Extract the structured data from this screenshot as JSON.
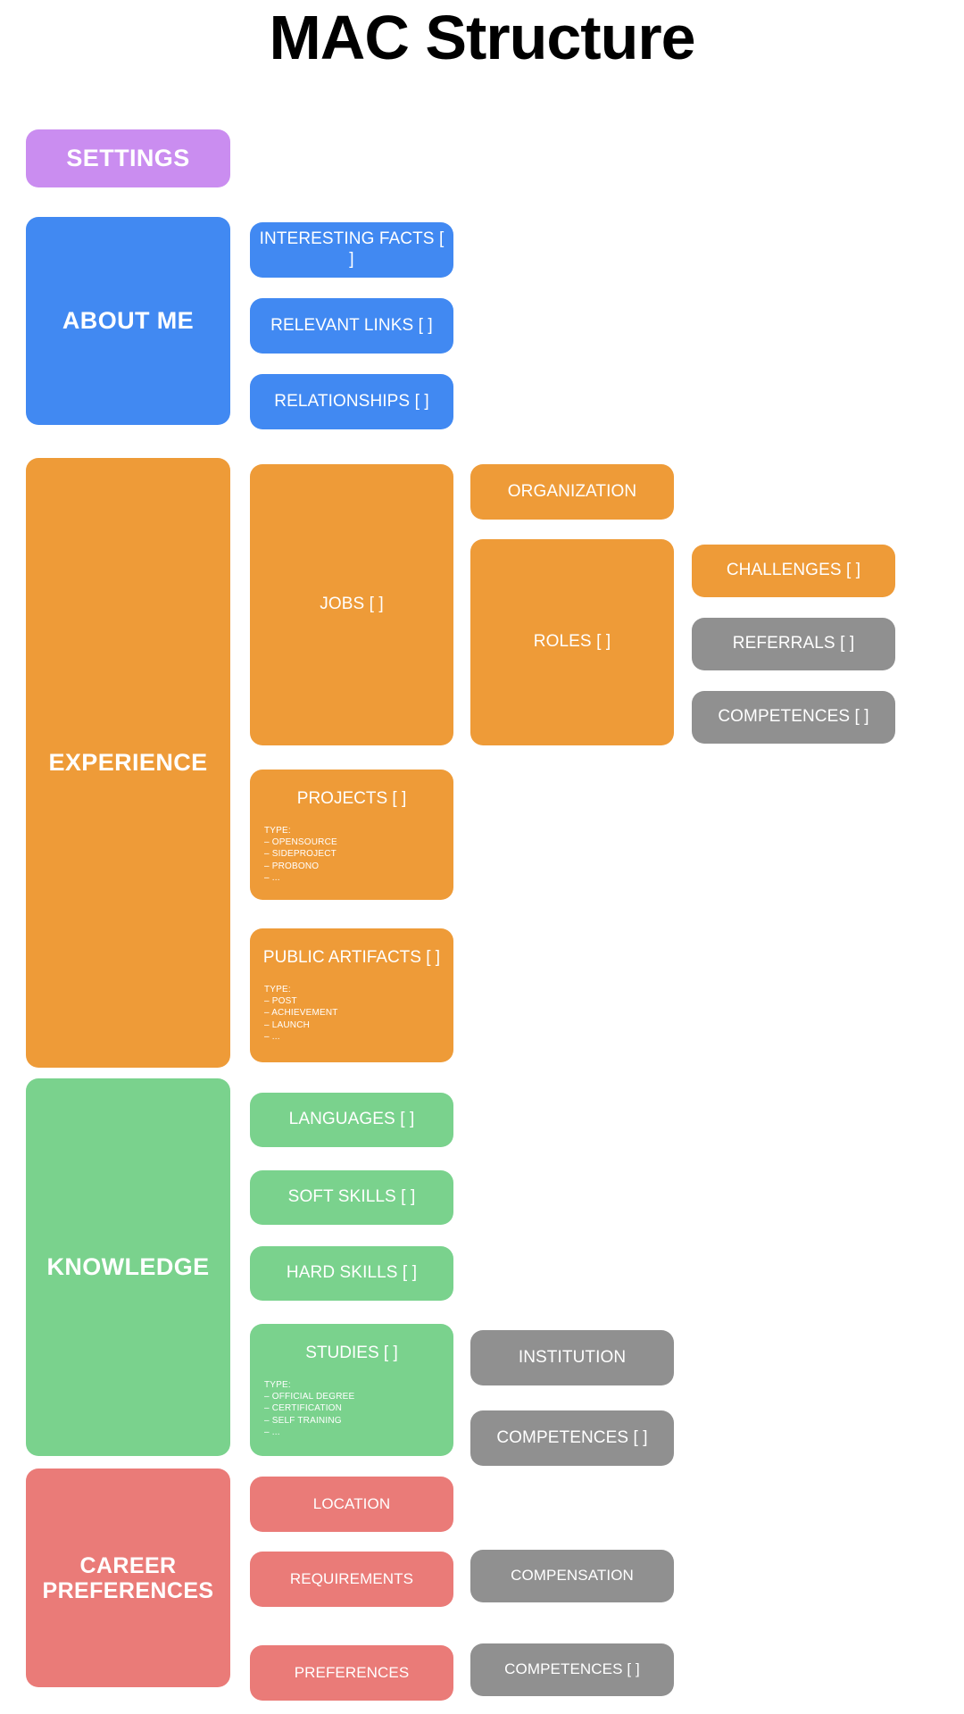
{
  "page": {
    "title": "MAC Structure"
  },
  "colors": {
    "settings": "#ca8df0",
    "about_me": "#4189f2",
    "experience": "#ee9b38",
    "knowledge": "#7ad28d",
    "career_preferences": "#ea7b78",
    "neutral": "#909090",
    "background": "#ffffff",
    "text_on_card": "#ffffff",
    "title_text": "#000000"
  },
  "sections": {
    "settings": {
      "label": "SETTINGS"
    },
    "about_me": {
      "label": "ABOUT ME",
      "children": [
        {
          "label": "INTERESTING FACTS [ ]"
        },
        {
          "label": "RELEVANT LINKS [ ]"
        },
        {
          "label": "RELATIONSHIPS [ ]"
        }
      ]
    },
    "experience": {
      "label": "EXPERIENCE",
      "jobs": {
        "label": "JOBS [ ]"
      },
      "organization": {
        "label": "ORGANIZATION"
      },
      "roles": {
        "label": "ROLES [ ]"
      },
      "challenges": {
        "label": "CHALLENGES [ ]"
      },
      "referrals": {
        "label": "REFERRALS [ ]"
      },
      "competences": {
        "label": "COMPETENCES [ ]"
      },
      "projects": {
        "label": "PROJECTS [ ]",
        "type_heading": "TYPE:",
        "types": [
          "OPENSOURCE",
          "SIDEPROJECT",
          "PROBONO",
          "..."
        ]
      },
      "public_artifacts": {
        "label": "PUBLIC ARTIFACTS [ ]",
        "type_heading": "TYPE:",
        "types": [
          "POST",
          "ACHIEVEMENT",
          "LAUNCH",
          "..."
        ]
      }
    },
    "knowledge": {
      "label": "KNOWLEDGE",
      "languages": {
        "label": "LANGUAGES [ ]"
      },
      "soft_skills": {
        "label": "SOFT SKILLS [ ]"
      },
      "hard_skills": {
        "label": "HARD SKILLS [ ]"
      },
      "studies": {
        "label": "STUDIES [ ]",
        "type_heading": "TYPE:",
        "types": [
          "OFFICIAL DEGREE",
          "CERTIFICATION",
          "SELF TRAINING",
          "..."
        ]
      },
      "institution": {
        "label": "INSTITUTION"
      },
      "competences": {
        "label": "COMPETENCES [ ]"
      }
    },
    "career_preferences": {
      "label": "CAREER PREFERENCES",
      "location": {
        "label": "LOCATION"
      },
      "requirements": {
        "label": "REQUIREMENTS"
      },
      "preferences": {
        "label": "PREFERENCES"
      },
      "compensation": {
        "label": "COMPENSATION"
      },
      "competences": {
        "label": "COMPETENCES [ ]"
      }
    }
  }
}
